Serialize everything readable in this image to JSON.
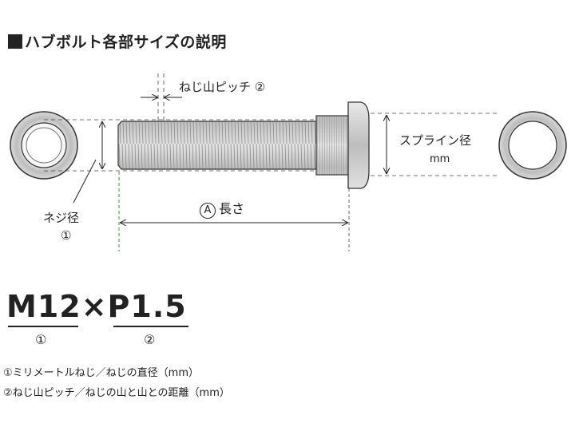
{
  "title": "ハブボルト各部サイズの説明",
  "labels": {
    "pitch": "ねじ山ピッチ ②",
    "spline": "スプライン径",
    "spline_unit": "mm",
    "length_marker": "A",
    "length": "長さ",
    "thread_diameter": "ネジ径",
    "thread_diameter_num": "①"
  },
  "formula": {
    "text": "M12×P1.5",
    "num1": "①",
    "num2": "②"
  },
  "notes": [
    "①ミリメートルねじ／ねじの直径（mm）",
    "②ねじ山ピッチ／ねじの山と山との距離（mm）"
  ],
  "colors": {
    "line": "#222222",
    "guide": "#3a9a3a",
    "metal": "#cccccc"
  }
}
